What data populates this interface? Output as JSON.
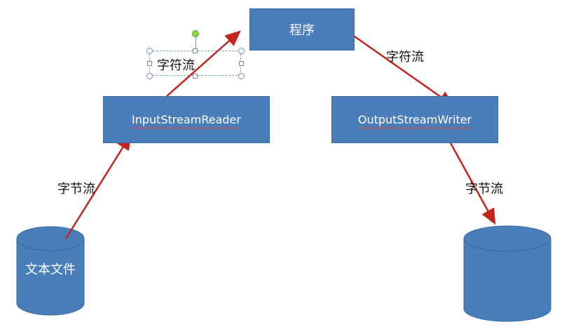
{
  "nodes": {
    "program": {
      "label": "程序"
    },
    "reader": {
      "label": "InputStreamReader"
    },
    "writer": {
      "label": "OutputStreamWriter"
    },
    "source_db": {
      "label": "文本文件"
    }
  },
  "edges": {
    "reader_to_program": {
      "label": "字符流"
    },
    "program_to_writer": {
      "label": "字符流"
    },
    "source_to_reader": {
      "label": "字节流"
    },
    "writer_to_target": {
      "label": "字节流"
    }
  },
  "colors": {
    "box_fill": "#4a7ebb",
    "arrow": "#c0241c",
    "text_on_box": "#ffffff",
    "text": "#111111"
  }
}
